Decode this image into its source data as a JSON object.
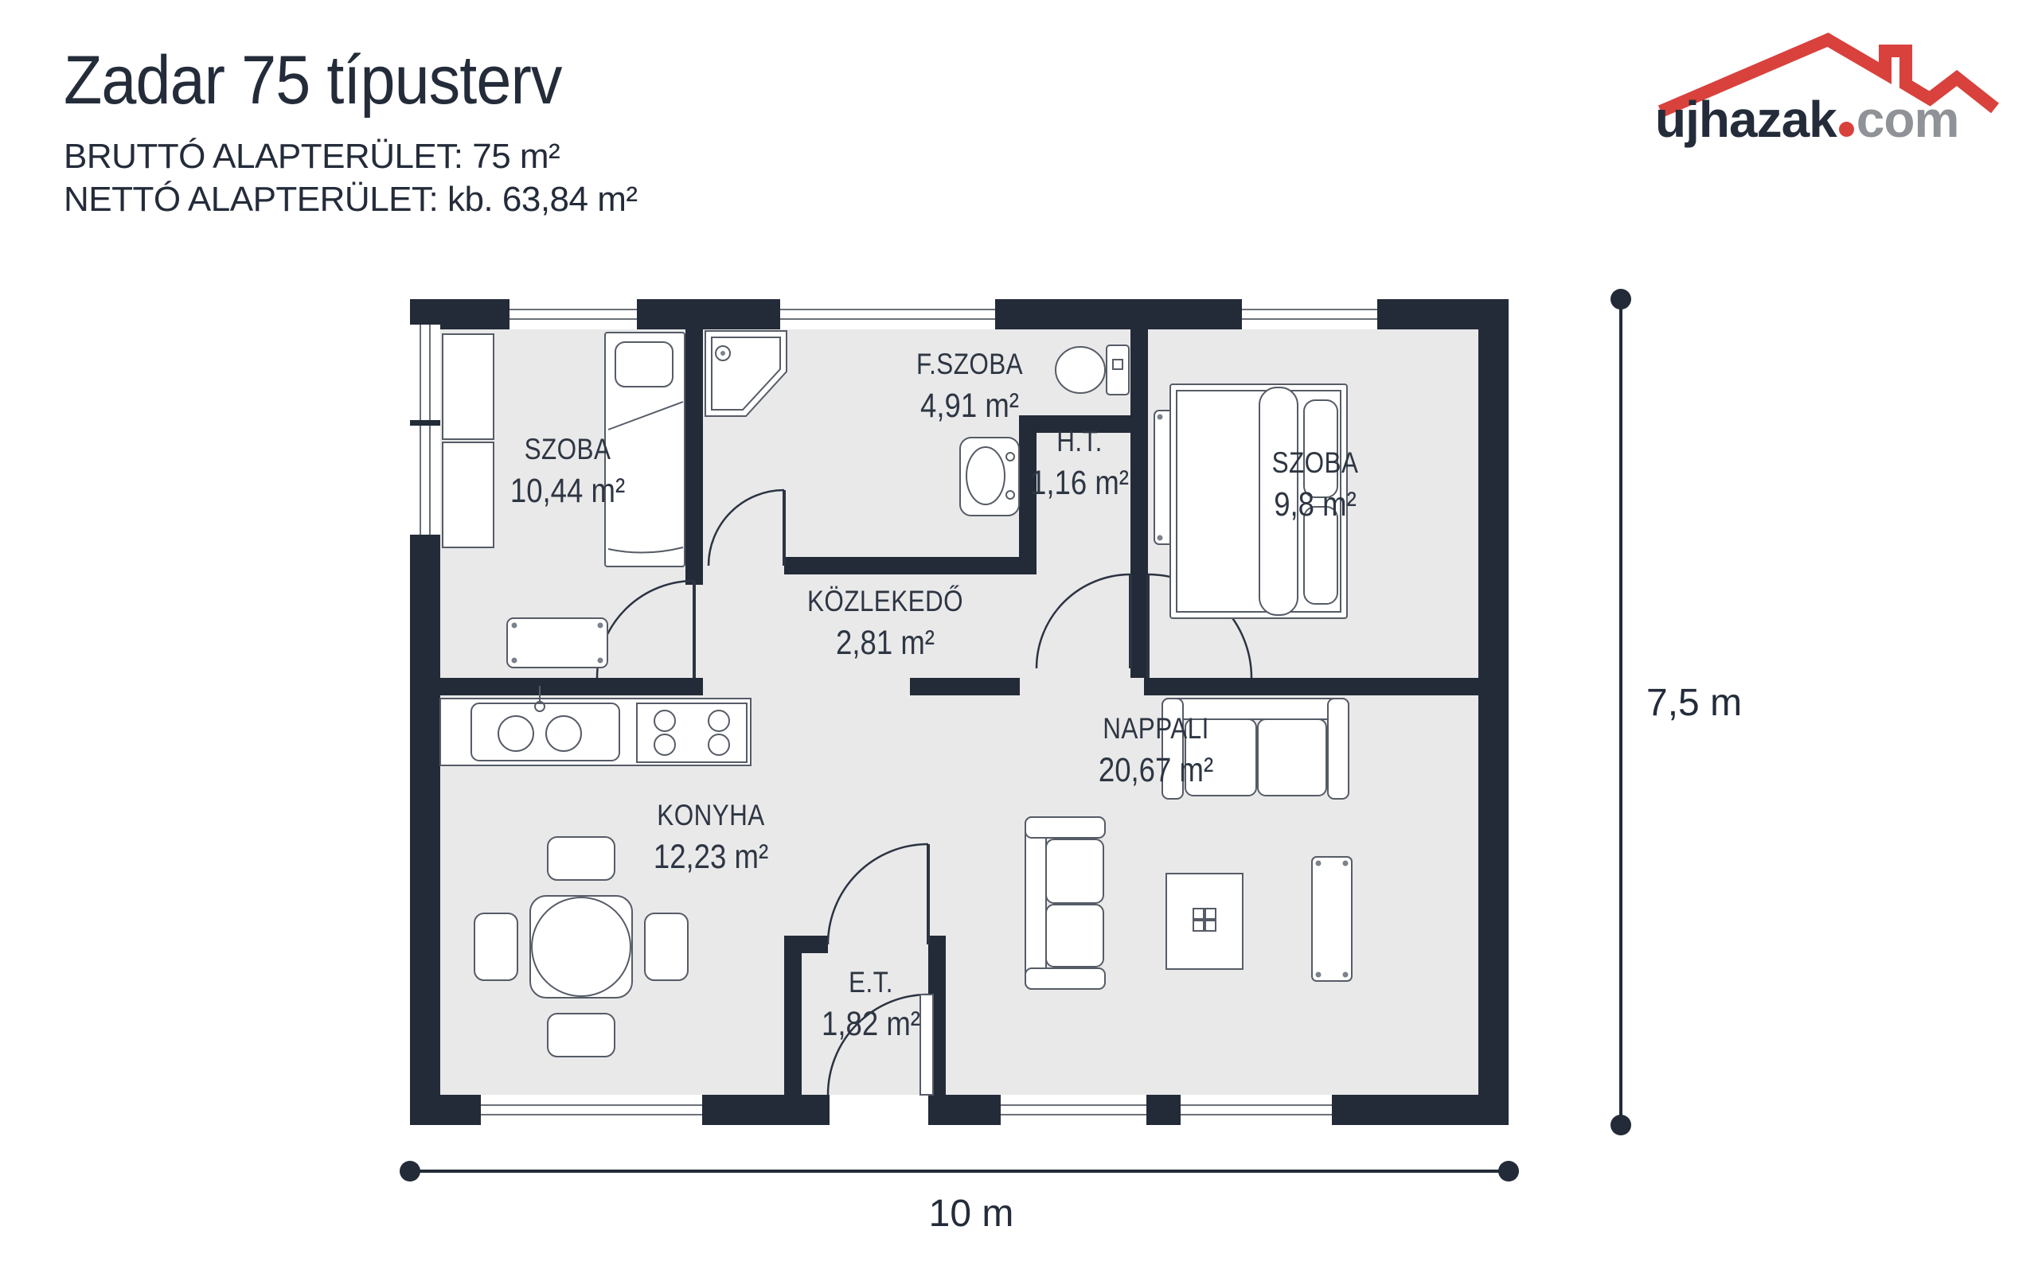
{
  "header": {
    "title": "Zadar 75 típusterv",
    "gross_area": "BRUTTÓ ALAPTERÜLET: 75 m²",
    "net_area": "NETTÓ ALAPTERÜLET: kb. 63,84 m²"
  },
  "logo": {
    "brand": "ujhazak",
    "tld": "com"
  },
  "floorplan": {
    "rooms": [
      {
        "id": "szoba-1",
        "name": "SZOBA",
        "area": "10,44 m²"
      },
      {
        "id": "f-szoba",
        "name": "F.SZOBA",
        "area": "4,91 m²"
      },
      {
        "id": "ht",
        "name": "H.T.",
        "area": "1,16 m²"
      },
      {
        "id": "szoba-2",
        "name": "SZOBA",
        "area": "9,8 m²"
      },
      {
        "id": "kozlekedo",
        "name": "KÖZLEKEDŐ",
        "area": "2,81 m²"
      },
      {
        "id": "nappali",
        "name": "NAPPALI",
        "area": "20,67 m²"
      },
      {
        "id": "konyha",
        "name": "KONYHA",
        "area": "12,23 m²"
      },
      {
        "id": "et",
        "name": "E.T.",
        "area": "1,82 m²"
      }
    ],
    "dimensions": {
      "width_label": "10 m",
      "height_label": "7,5 m"
    }
  },
  "colors": {
    "wall": "#232b38",
    "floor": "#e9e9ea",
    "accent-red": "#d9413c",
    "text-dark": "#242c3a",
    "text-gray": "#8f9296"
  }
}
